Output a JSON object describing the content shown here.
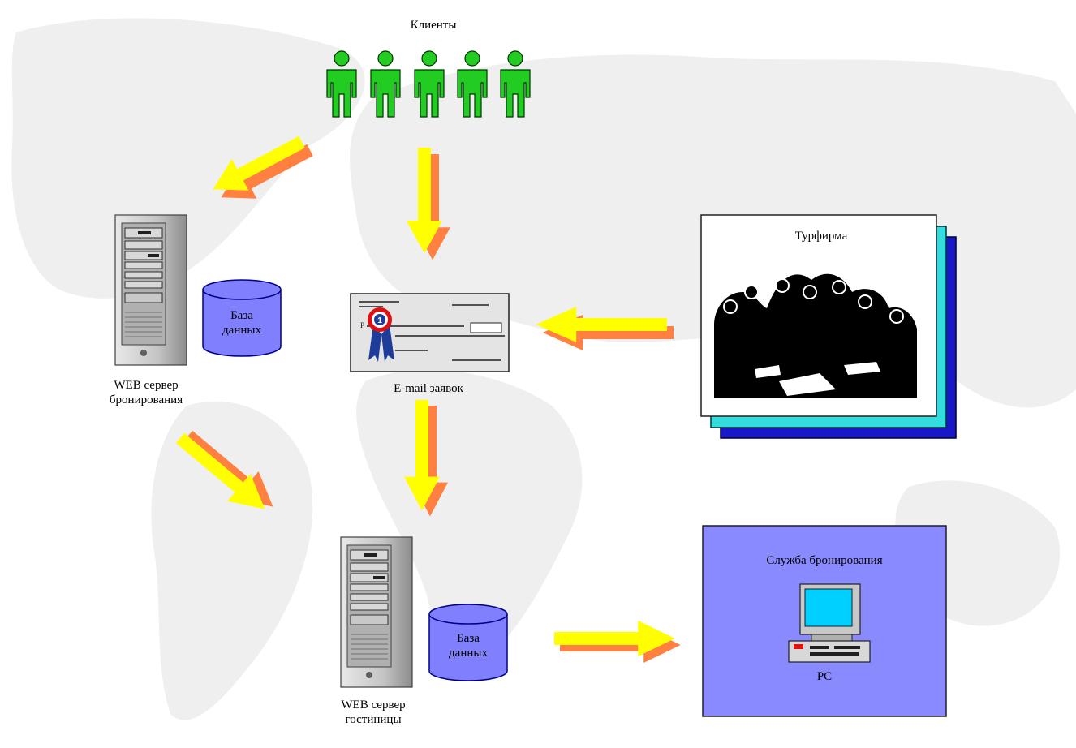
{
  "clients": {
    "label": "Клиенты",
    "count": 5
  },
  "web_server_booking": {
    "label_line1": "WEB сервер",
    "label_line2": "бронирования"
  },
  "database_1": {
    "label_line1": "База",
    "label_line2": "данных"
  },
  "email": {
    "label": "E-mail заявок"
  },
  "touragency": {
    "label": "Турфирма"
  },
  "web_server_hotel": {
    "label_line1": "WEB сервер",
    "label_line2": "гостиницы"
  },
  "database_2": {
    "label_line1": "База",
    "label_line2": "данных"
  },
  "booking_service": {
    "label": "Служба бронирования",
    "pc_label": "PC"
  },
  "colors": {
    "client_green": "#22cc22",
    "arrow_yellow": "#ffff00",
    "arrow_shadow": "#ff8040",
    "database_fill": "#8080ff",
    "booking_panel": "#8a8aff",
    "stack_cyan": "#33dddd",
    "stack_blue": "#1818c8"
  }
}
